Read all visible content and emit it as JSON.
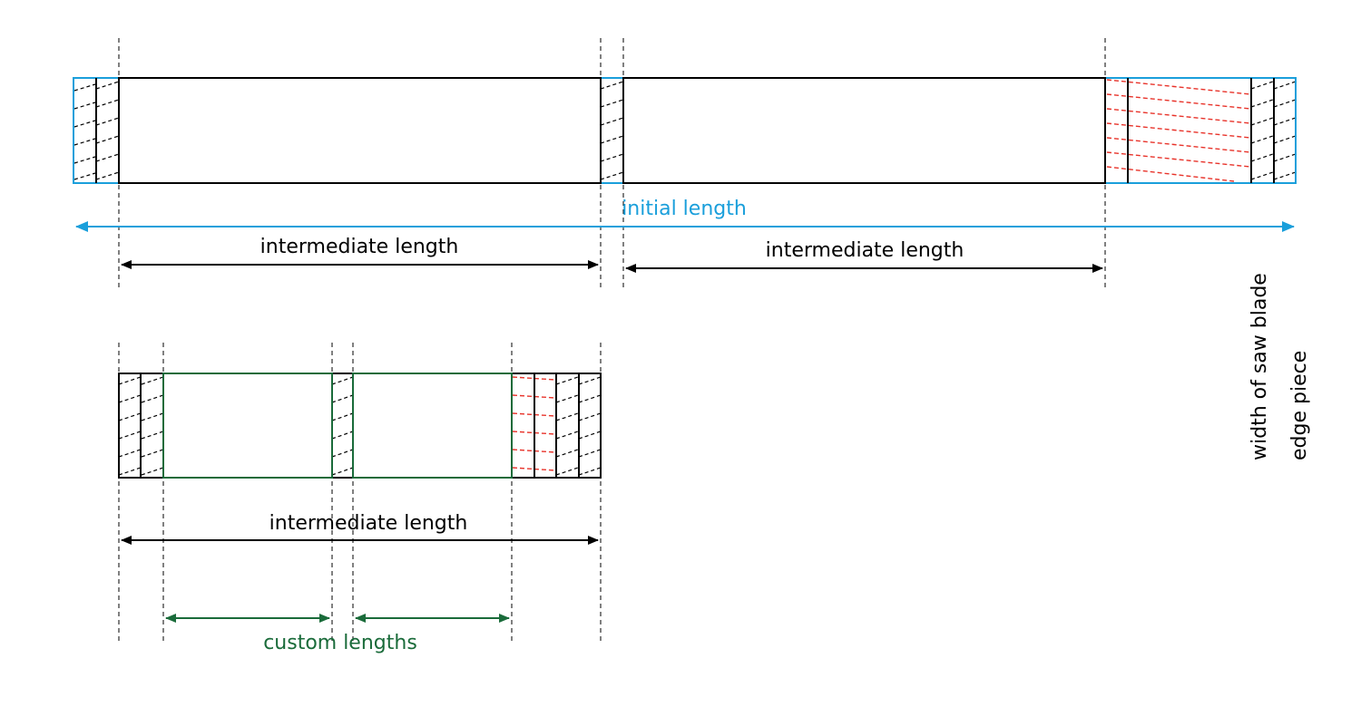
{
  "labels": {
    "initial_length": "initial length",
    "intermediate_length": "intermediate length",
    "custom_lengths": "custom lengths",
    "width_of_saw_blade": "width of saw blade",
    "edge_piece": "edge piece"
  },
  "colors": {
    "initial": "#1a9fdb",
    "intermediate": "#000000",
    "custom": "#1a6b3a",
    "waste": "#e8332a"
  }
}
